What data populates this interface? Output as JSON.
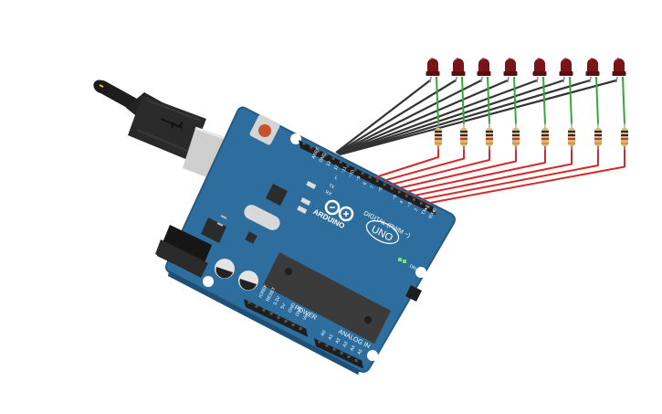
{
  "board": {
    "brand": "ARDUINO",
    "model": "UNO",
    "digital_label": "DIGITAL (PWM ~)",
    "power_label": "POWER",
    "analog_label": "ANALOG IN",
    "on_label": "ON",
    "tx_label": "TX",
    "rx_label": "RX",
    "l_label": "L",
    "aref_label": "AREF",
    "gnd_label": "GND",
    "pin_13": "13",
    "pin_12": "12",
    "pin_11": "~11",
    "pin_10": "~10",
    "pin_9": "~9",
    "pin_8": "8",
    "pin_7": "7",
    "pin_6": "~6",
    "pin_5": "~5",
    "pin_4": "4",
    "pin_3": "~3",
    "pin_2": "2",
    "pin_1": "TX▸1",
    "pin_0": "RX◂0",
    "ioref": "IOREF",
    "reset": "RESET",
    "v33": "3.3V",
    "v5": "5V",
    "pgnd": "GND",
    "vin": "Vin",
    "a0": "A0",
    "a1": "A1",
    "a2": "A2",
    "a3": "A3",
    "a4": "A4",
    "a5": "A5"
  },
  "colors": {
    "board": "#2e6e9e",
    "led": "#7a1418",
    "wire_gnd": "#333333",
    "wire_signal": "#d42a2a",
    "led_leg": "#3aa63a"
  },
  "leds": {
    "count": 8
  }
}
